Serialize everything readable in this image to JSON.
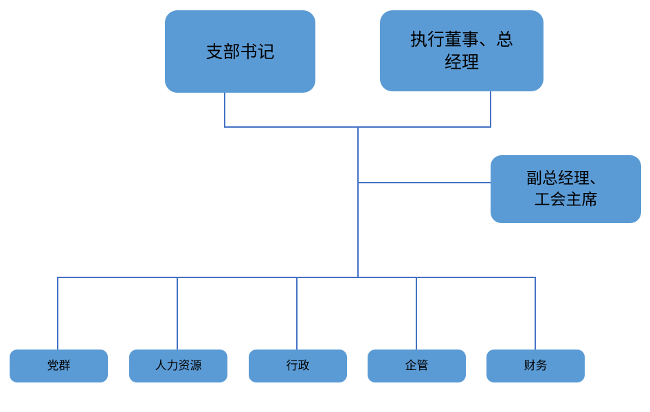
{
  "chart_data": {
    "type": "diagram",
    "subtype": "organizational-chart",
    "title": "",
    "orientation": "top-down",
    "node_fill_color": "#5B9BD5",
    "connector_color": "#4472C4",
    "text_color": "#000000",
    "background_color": "#FFFFFF",
    "levels": [
      {
        "level": 1,
        "nodes": [
          {
            "id": "party-secretary",
            "label": "支部书记"
          },
          {
            "id": "executive-director-gm",
            "label": "执行董事、总\n经理"
          }
        ]
      },
      {
        "level": 2,
        "nodes": [
          {
            "id": "deputy-gm-union-chair",
            "label": "副总经理、\n工会主席"
          }
        ]
      },
      {
        "level": 3,
        "nodes": [
          {
            "id": "party-masses",
            "label": "党群"
          },
          {
            "id": "human-resources",
            "label": "人力资源"
          },
          {
            "id": "administration",
            "label": "行政"
          },
          {
            "id": "enterprise-management",
            "label": "企管"
          },
          {
            "id": "finance",
            "label": "财务"
          }
        ]
      }
    ],
    "edges": [
      {
        "from": "party-secretary",
        "to": "spine"
      },
      {
        "from": "executive-director-gm",
        "to": "spine"
      },
      {
        "from": "spine",
        "to": "deputy-gm-union-chair"
      },
      {
        "from": "spine",
        "to": "party-masses"
      },
      {
        "from": "spine",
        "to": "human-resources"
      },
      {
        "from": "spine",
        "to": "administration"
      },
      {
        "from": "spine",
        "to": "enterprise-management"
      },
      {
        "from": "spine",
        "to": "finance"
      }
    ]
  },
  "nodes": {
    "party_secretary": "支部书记",
    "executive_director_gm": "执行董事、总\n经理",
    "deputy_gm_union_chair": "副总经理、\n工会主席",
    "party_masses": "党群",
    "human_resources": "人力资源",
    "administration": "行政",
    "enterprise_management": "企管",
    "finance": "财务"
  }
}
